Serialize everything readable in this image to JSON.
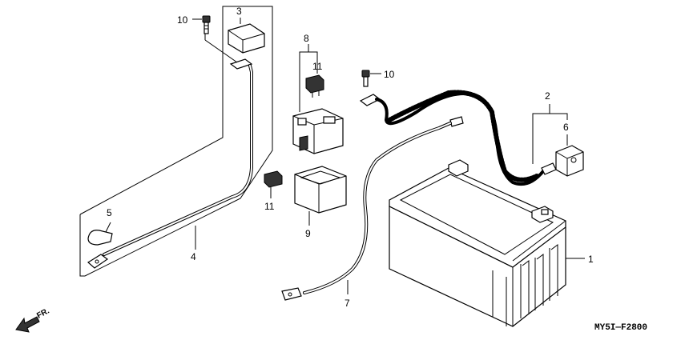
{
  "callouts": {
    "c1": "1",
    "c2": "2",
    "c3": "3",
    "c4": "4",
    "c5": "5",
    "c6": "6",
    "c7": "7",
    "c8": "8",
    "c9": "9",
    "c10a": "10",
    "c10b": "10",
    "c11a": "11",
    "c11b": "11"
  },
  "diagram_code": "MY5I—F2800",
  "direction_label": "FR."
}
